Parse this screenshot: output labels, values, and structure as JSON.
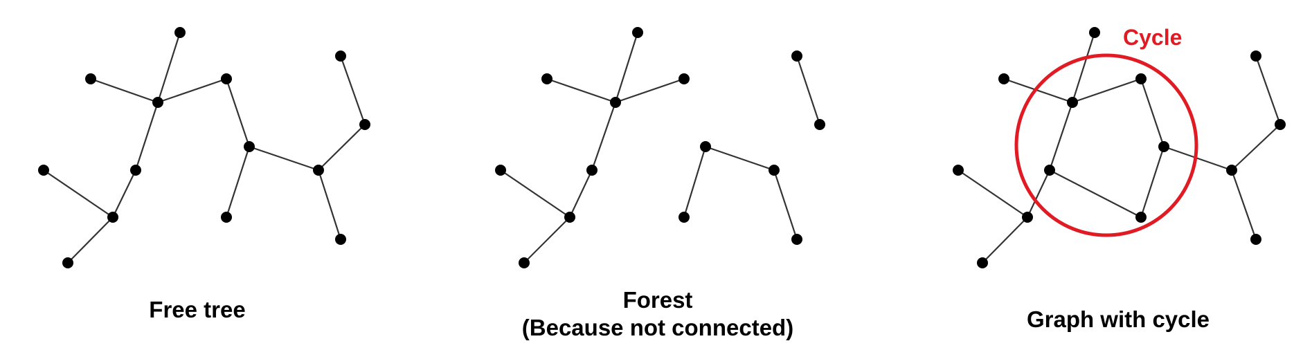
{
  "captions": {
    "free_tree": "Free tree",
    "forest_line1": "Forest",
    "forest_line2": "(Because not connected)",
    "cycle_graph": "Graph with cycle"
  },
  "cycle_annotation": {
    "label": "Cycle",
    "color": "#e01b24"
  },
  "colors": {
    "edge": "#333333",
    "node": "#000000",
    "highlight": "#e01b24"
  }
}
